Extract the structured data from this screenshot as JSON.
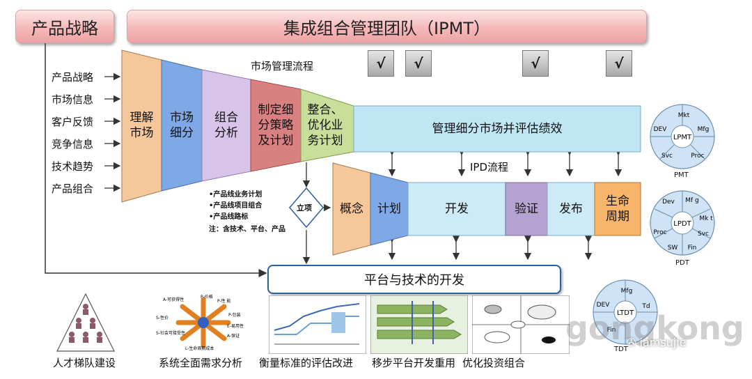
{
  "header": {
    "left_title": "产品战略",
    "main_title": "集成组合管理团队（IPMT）"
  },
  "market_process_label": "市场管理流程",
  "checks": [
    "√",
    "√",
    "√",
    "√"
  ],
  "inputs": [
    "产品战略",
    "市场信息",
    "客户反馈",
    "竞争信息",
    "技术趋势",
    "产品组合"
  ],
  "funnel": {
    "stages": [
      {
        "label_lines": [
          "理解",
          "市场"
        ],
        "color": "#f6c79a"
      },
      {
        "label_lines": [
          "市场",
          "细分"
        ],
        "color": "#7fa8e6"
      },
      {
        "label_lines": [
          "组合",
          "分析"
        ],
        "color": "#d7c4e8"
      },
      {
        "label_lines": [
          "制定细",
          "分策略",
          "及计划"
        ],
        "color": "#d98080"
      },
      {
        "label_lines": [
          "整合、",
          "优化业",
          "务计划"
        ],
        "color": "#c9de9a"
      }
    ],
    "bar_label": "管理细分市场并评估绩效"
  },
  "ipd": {
    "label": "IPD流程",
    "decision": "立项",
    "stages": [
      {
        "label_lines": [
          "概念"
        ],
        "color": "#f6c79a"
      },
      {
        "label_lines": [
          "计划"
        ],
        "color": "#7fa8e6"
      },
      {
        "label_lines": [
          "开发"
        ],
        "color": "#cdeaf7"
      },
      {
        "label_lines": [
          "验证"
        ],
        "color": "#b4a2d0"
      },
      {
        "label_lines": [
          "发布"
        ],
        "color": "#cdeaf7"
      },
      {
        "label_lines": [
          "生命",
          "周期"
        ],
        "color": "#f6b56a"
      }
    ]
  },
  "notes": [
    "•产品线业务计划",
    "•产品线项目组合",
    "•产品线路标",
    "注：含技术、平台、产品"
  ],
  "platform_box": "平台与技术的开发",
  "teams": [
    {
      "center": "LPMT",
      "segments": [
        "Mkt",
        "Mfg",
        "Proc",
        "Svc",
        "DEV"
      ],
      "caption": "PMT"
    },
    {
      "center": "LPDT",
      "segments": [
        "Mf g",
        "Mk t",
        "Svc",
        "Fin",
        "SW",
        "Proc",
        "Dev"
      ],
      "caption": "PDT"
    },
    {
      "center": "LTDT",
      "segments": [
        "Mfg",
        "Td",
        "Fin",
        "DEV"
      ],
      "caption": "TDT"
    }
  ],
  "bottom_captions": [
    "人才梯队建设",
    "系统全面需求分析",
    "衡量标准的评估改进",
    "移步平台开发重用",
    "优化投资组合"
  ],
  "star_labels": [
    "P-价格",
    "P-性 能",
    "A-可获得性",
    "P-包装",
    "S-性价",
    "E-易用性",
    "A-保证",
    "S-社会可接受性",
    "L-生命周期成本"
  ],
  "watermark": {
    "brand": "gongkong",
    "handle": "iamsujie"
  },
  "colors": {
    "header": "#f5b9b9",
    "bar": "#bfe6f5",
    "arrow_lines": "#3a3a3a"
  }
}
